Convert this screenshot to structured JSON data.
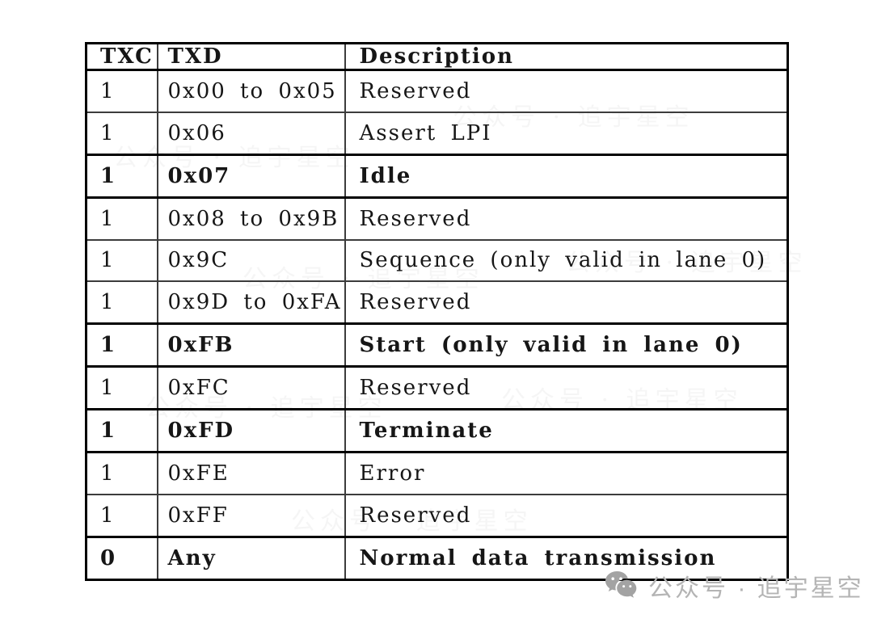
{
  "table": {
    "headers": {
      "txc": "TXC",
      "txd": "TXD",
      "desc": "Description"
    },
    "rows": [
      {
        "txc": "1",
        "txd": "0x00 to 0x05",
        "desc": "Reserved",
        "emphasis": false
      },
      {
        "txc": "1",
        "txd": "0x06",
        "desc": "Assert LPI",
        "emphasis": false
      },
      {
        "txc": "1",
        "txd": "0x07",
        "desc": "Idle",
        "emphasis": true
      },
      {
        "txc": "1",
        "txd": "0x08 to 0x9B",
        "desc": "Reserved",
        "emphasis": false
      },
      {
        "txc": "1",
        "txd": "0x9C",
        "desc": "Sequence (only valid in lane 0)",
        "emphasis": false
      },
      {
        "txc": "1",
        "txd": "0x9D to 0xFA",
        "desc": "Reserved",
        "emphasis": false
      },
      {
        "txc": "1",
        "txd": "0xFB",
        "desc": "Start (only valid in lane 0)",
        "emphasis": true
      },
      {
        "txc": "1",
        "txd": "0xFC",
        "desc": "Reserved",
        "emphasis": false
      },
      {
        "txc": "1",
        "txd": "0xFD",
        "desc": "Terminate",
        "emphasis": true
      },
      {
        "txc": "1",
        "txd": "0xFE",
        "desc": "Error",
        "emphasis": false
      },
      {
        "txc": "1",
        "txd": "0xFF",
        "desc": "Reserved",
        "emphasis": false
      },
      {
        "txc": "0",
        "txd": "Any",
        "desc": "Normal data transmission",
        "emphasis": true
      }
    ]
  },
  "watermark": {
    "icon": "wechat-icon",
    "label": "公众号 · 追宇星空",
    "text_color": "#b4b4b4",
    "icon_color": "#a3a3a3"
  },
  "colors": {
    "background": "#ffffff",
    "table_border_heavy": "#000000",
    "table_border_light": "#3c3c3c",
    "text": "#161616"
  }
}
